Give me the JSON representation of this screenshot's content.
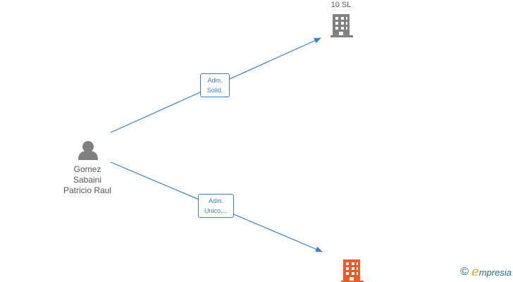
{
  "person": {
    "name_lines": [
      "Gomez",
      "Sabaini",
      "Patricio Raul"
    ],
    "icon": "person-icon",
    "color": "#808080"
  },
  "companies": [
    {
      "label": "10  SL",
      "icon": "building-icon",
      "color": "#808080"
    },
    {
      "label": "",
      "icon": "building-icon",
      "color": "#f05a28"
    }
  ],
  "edges": [
    {
      "label_lines": [
        "Adm.",
        "Solid."
      ],
      "color": "#3a7fcc"
    },
    {
      "label_lines": [
        "Adm.",
        "Unico,..."
      ],
      "color": "#3a7fcc"
    }
  ],
  "brand": {
    "copyright": "©",
    "first_letter": "e",
    "rest": "mpresia"
  }
}
